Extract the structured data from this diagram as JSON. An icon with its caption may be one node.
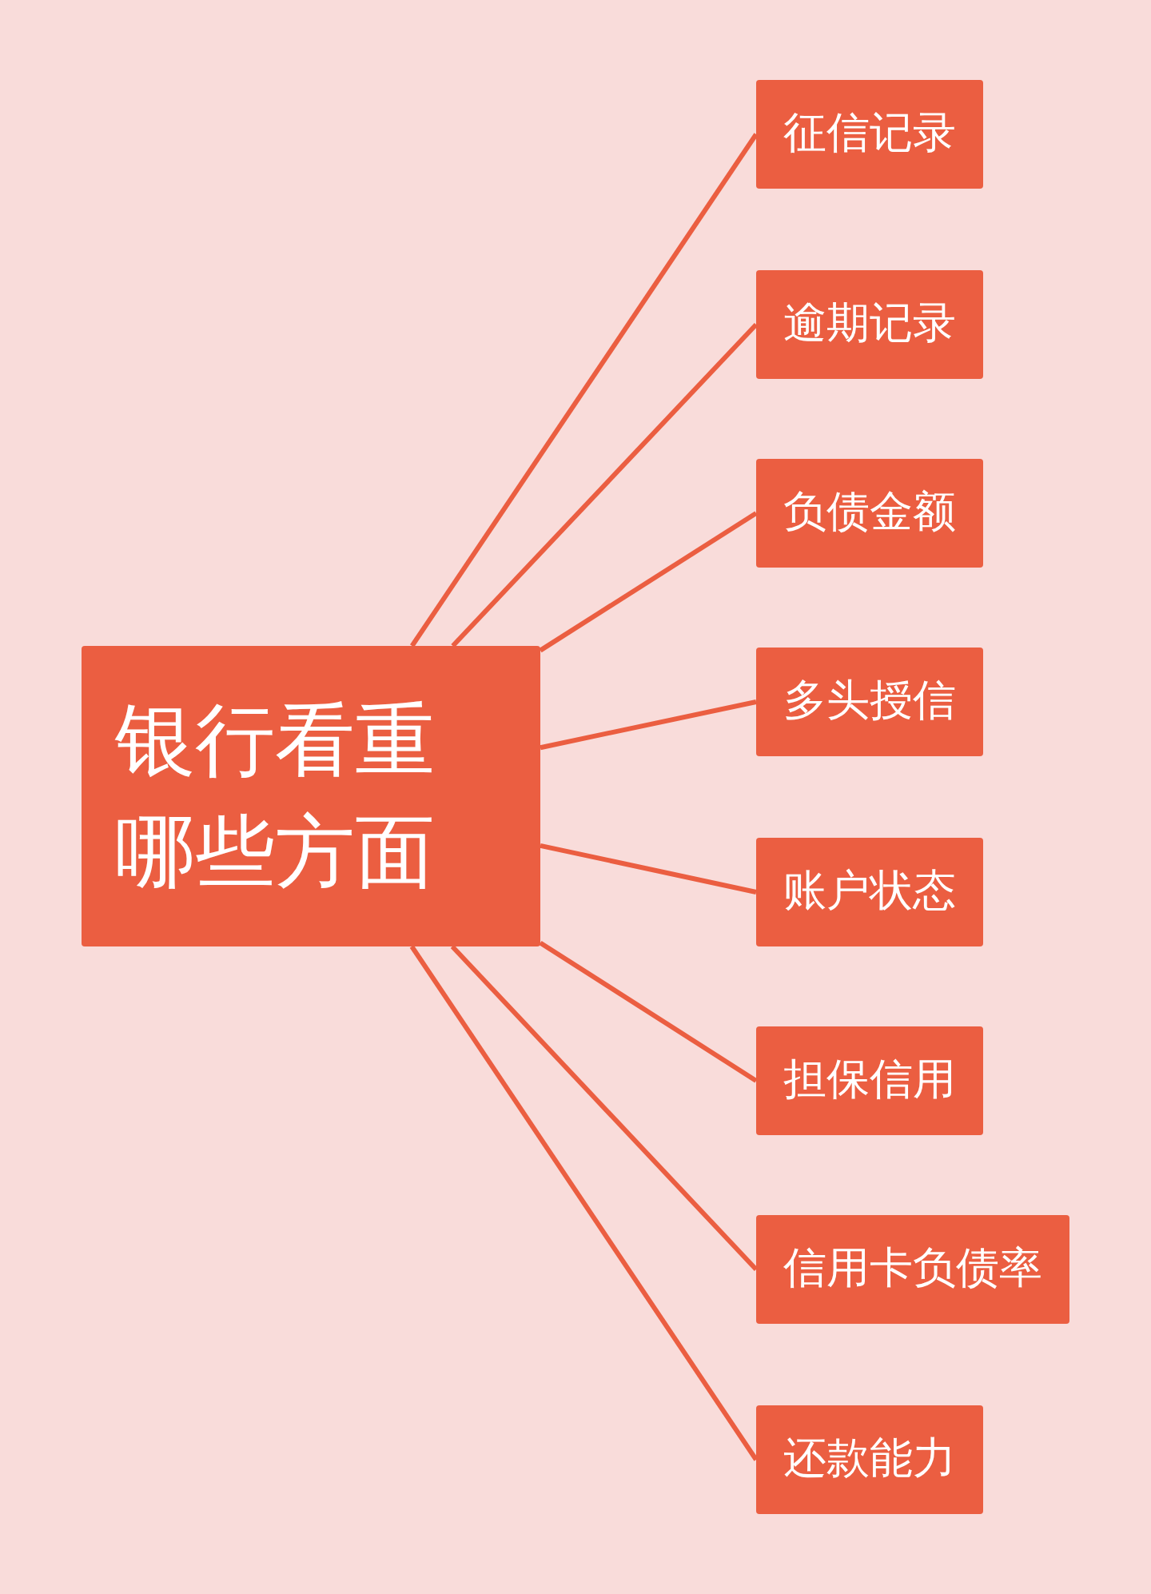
{
  "diagram": {
    "nodes": [
      {
        "text": [
          "银行看重哪些方面"
        ]
      },
      {
        "text": [
          "征信记录"
        ]
      },
      {
        "text": [
          "逾期记录"
        ]
      },
      {
        "text": [
          "负债金额"
        ]
      },
      {
        "text": [
          "多头授信"
        ]
      },
      {
        "text": [
          "账户状态"
        ]
      },
      {
        "text": [
          "担保信用"
        ]
      },
      {
        "text": [
          "信用卡负债率"
        ]
      },
      {
        "text": [
          "还款能力"
        ]
      }
    ],
    "edges": [
      {
        "from": 0,
        "to": 1,
        "arrow": "none"
      },
      {
        "from": 0,
        "to": 2,
        "arrow": "none"
      },
      {
        "from": 0,
        "to": 3,
        "arrow": "none"
      },
      {
        "from": 0,
        "to": 4,
        "arrow": "none"
      },
      {
        "from": 0,
        "to": 5,
        "arrow": "none"
      },
      {
        "from": 0,
        "to": 6,
        "arrow": "none"
      },
      {
        "from": 0,
        "to": 7,
        "arrow": "none"
      },
      {
        "from": 0,
        "to": 8,
        "arrow": "none"
      }
    ]
  }
}
